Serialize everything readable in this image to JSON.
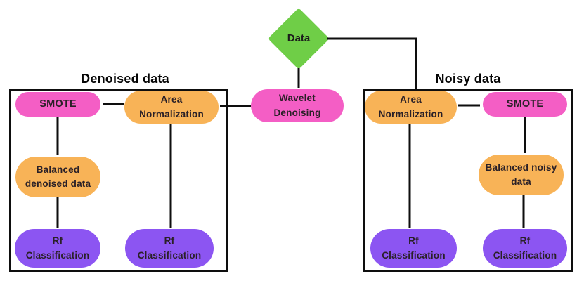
{
  "palette": {
    "background": "#FFFFFF",
    "green": "#6FCE47",
    "pink": "#F45EC5",
    "orange": "#F8B357",
    "purple": "#8C55F2",
    "line": "#0E0E0E",
    "text": "#2A2027"
  },
  "flowchart": {
    "start": {
      "label": "Data"
    },
    "wavelet": {
      "label": "Wavelet\nDenoising"
    },
    "denoised_branch": {
      "title": "Denoised data",
      "smote": {
        "label": "SMOTE"
      },
      "area_normalization": {
        "label": "Area\nNormalization"
      },
      "balanced": {
        "label": "Balanced\ndenoised data"
      },
      "rf_smote_path": {
        "label": "Rf\nClassification"
      },
      "rf_direct_path": {
        "label": "Rf\nClassification"
      }
    },
    "noisy_branch": {
      "title": "Noisy data",
      "area_normalization": {
        "label": "Area\nNormalization"
      },
      "smote": {
        "label": "SMOTE"
      },
      "balanced": {
        "label": "Balanced noisy\ndata"
      },
      "rf_direct_path": {
        "label": "Rf\nClassification"
      },
      "rf_smote_path": {
        "label": "Rf\nClassification"
      }
    }
  }
}
